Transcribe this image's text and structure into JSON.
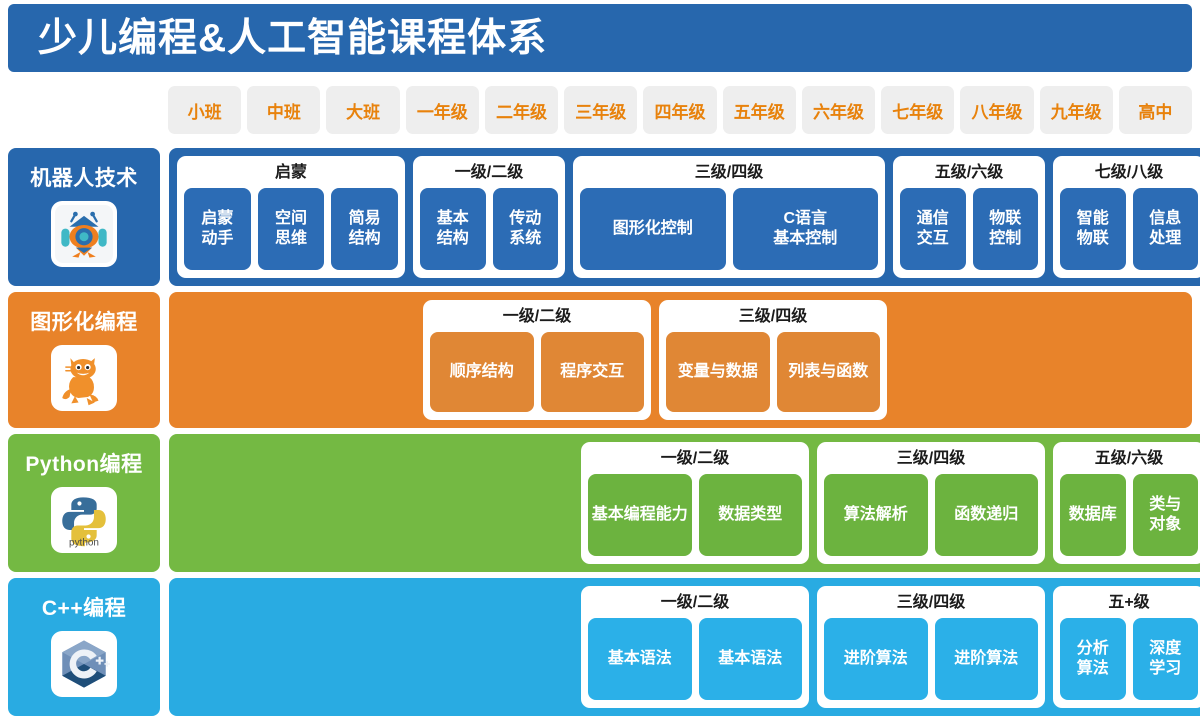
{
  "header": {
    "title": "少儿编程&人工智能课程体系",
    "bg": "#2767ad"
  },
  "grades": [
    {
      "label": "小班"
    },
    {
      "label": "中班"
    },
    {
      "label": "大班"
    },
    {
      "label": "一年级"
    },
    {
      "label": "二年级"
    },
    {
      "label": "三年级"
    },
    {
      "label": "四年级"
    },
    {
      "label": "五年级"
    },
    {
      "label": "六年级"
    },
    {
      "label": "七年级"
    },
    {
      "label": "八年级"
    },
    {
      "label": "九年级"
    },
    {
      "label": "高中"
    }
  ],
  "tracks": [
    {
      "name": "机器人技术",
      "icon": "robot-icon",
      "color": "#2767ad",
      "stages": [
        {
          "title": "启蒙",
          "cards": [
            {
              "label": "启蒙\n动手"
            },
            {
              "label": "空间\n思维"
            },
            {
              "label": "简易\n结构"
            }
          ]
        },
        {
          "title": "一级/二级",
          "cards": [
            {
              "label": "基本\n结构"
            },
            {
              "label": "传动\n系统"
            }
          ]
        },
        {
          "title": "三级/四级",
          "cards": [
            {
              "label": "图形化控制"
            },
            {
              "label": "C语言\n基本控制"
            }
          ]
        },
        {
          "title": "五级/六级",
          "cards": [
            {
              "label": "通信\n交互"
            },
            {
              "label": "物联\n控制"
            }
          ]
        },
        {
          "title": "七级/八级",
          "cards": [
            {
              "label": "智能\n物联"
            },
            {
              "label": "信息\n处理"
            }
          ]
        }
      ]
    },
    {
      "name": "图形化编程",
      "icon": "scratch-cat-icon",
      "color": "#e8832a",
      "stages": [
        {
          "title": "一级/二级",
          "cards": [
            {
              "label": "顺序结构"
            },
            {
              "label": "程序交互"
            }
          ]
        },
        {
          "title": "三级/四级",
          "cards": [
            {
              "label": "变量与数据"
            },
            {
              "label": "列表与函数"
            }
          ]
        }
      ]
    },
    {
      "name": "Python编程",
      "icon": "python-icon",
      "color": "#74b943",
      "stages": [
        {
          "title": "一级/二级",
          "cards": [
            {
              "label": "基本编程能力"
            },
            {
              "label": "数据类型"
            }
          ]
        },
        {
          "title": "三级/四级",
          "cards": [
            {
              "label": "算法解析"
            },
            {
              "label": "函数递归"
            }
          ]
        },
        {
          "title": "五级/六级",
          "cards": [
            {
              "label": "数据库"
            },
            {
              "label": "类与\n对象"
            }
          ]
        }
      ]
    },
    {
      "name": "C++编程",
      "icon": "cpp-icon",
      "color": "#29abe2",
      "stages": [
        {
          "title": "一级/二级",
          "cards": [
            {
              "label": "基本语法"
            },
            {
              "label": "基本语法"
            }
          ]
        },
        {
          "title": "三级/四级",
          "cards": [
            {
              "label": "进阶算法"
            },
            {
              "label": "进阶算法"
            }
          ]
        },
        {
          "title": "五+级",
          "cards": [
            {
              "label": "分析\n算法"
            },
            {
              "label": "深度\n学习"
            }
          ]
        }
      ]
    }
  ]
}
